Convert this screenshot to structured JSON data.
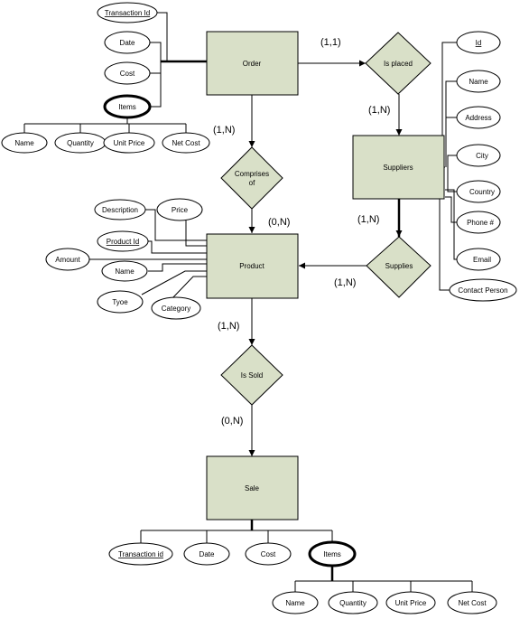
{
  "entities": {
    "order": "Order",
    "suppliers": "Suppliers",
    "product": "Product",
    "sale": "Sale"
  },
  "relationships": {
    "is_placed": "Is placed",
    "comprises_line1": "Comprises",
    "comprises_line2": "of",
    "supplies": "Supplies",
    "is_sold": "Is Sold"
  },
  "cardinalities": {
    "order_is_placed": "(1,1)",
    "is_placed_suppliers": "(1,N)",
    "order_comprises": "(1,N)",
    "comprises_product": "(0,N)",
    "suppliers_supplies": "(1,N)",
    "supplies_product": "(1,N)",
    "product_is_sold": "(1,N)",
    "is_sold_sale": "(0,N)"
  },
  "order_attributes": {
    "transaction_id": "Transaction Id",
    "date": "Date",
    "cost": "Cost",
    "items": "Items",
    "item_name": "Name",
    "item_quantity": "Quantity",
    "item_unit_price": "Unit Price",
    "item_net_cost": "Net Cost"
  },
  "supplier_attributes": {
    "id": "Id",
    "name": "Name",
    "address": "Address",
    "city": "City",
    "country": "Country",
    "phone": "Phone #",
    "email": "Email",
    "contact_person": "Contact Person"
  },
  "product_attributes": {
    "description": "Description",
    "price": "Price",
    "product_id": "Product Id",
    "amount": "Amount",
    "name": "Name",
    "type": "Tyoe",
    "category": "Category"
  },
  "sale_attributes": {
    "transaction_id": "Transaction id",
    "date": "Date",
    "cost": "Cost",
    "items": "Items",
    "item_name": "Name",
    "item_quantity": "Quantity",
    "item_unit_price": "Unit Price",
    "item_net_cost": "Net Cost"
  }
}
